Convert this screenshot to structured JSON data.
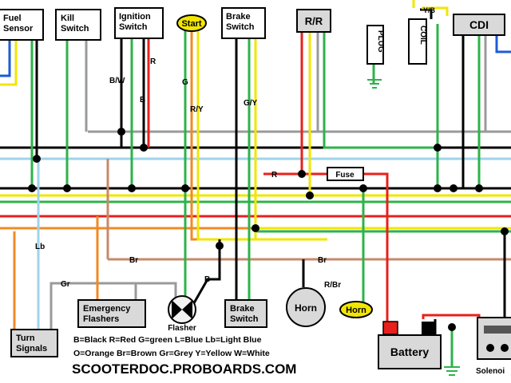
{
  "components": {
    "fuel_sensor": "Fuel Sensor",
    "kill_switch": "Kill Switch",
    "ignition_switch": "Ignition Switch",
    "start": "Start",
    "brake_switch_top": "Brake Switch",
    "rr": "R/R",
    "plug": "PLUG",
    "coil": "COIL",
    "cdi": "CDI",
    "fuse": "Fuse",
    "turn_signals": "Turn Signals",
    "emergency_flashers": "Emergency Flashers",
    "flasher": "Flasher",
    "brake_switch_bottom": "Brake Switch",
    "horn": "Horn",
    "horn_button": "Horn",
    "battery": "Battery",
    "solenoid": "Solenoi"
  },
  "wire_labels": {
    "bw": "B/W",
    "b1": "B",
    "r1": "R",
    "g": "G",
    "ry": "R/Y",
    "gy": "G/Y",
    "yb": "Y/B",
    "r2": "R",
    "lb": "Lb",
    "br1": "Br",
    "br2": "Br",
    "gr": "Gr",
    "b2": "B",
    "rbr": "R/Br"
  },
  "legend": {
    "line1": "B=Black R=Red G=green L=Blue Lb=Light Blue",
    "line2": "O=Orange Br=Brown Gr=Grey Y=Yellow W=White"
  },
  "footer": "SCOOTERDOC.PROBOARDS.COM",
  "colors": {
    "black": "#000000",
    "red": "#e8201c",
    "green": "#2db34a",
    "yellow": "#f2e600",
    "light_blue": "#9fd3ea",
    "orange": "#f08a24",
    "brown": "#c7896a",
    "grey": "#9a9a9a",
    "blue": "#1e5bd6"
  }
}
